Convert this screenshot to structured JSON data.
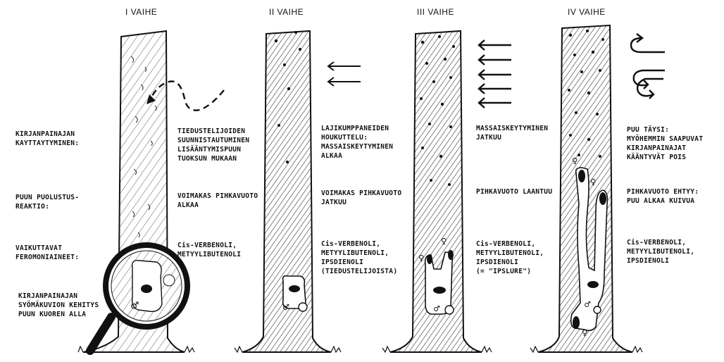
{
  "phases": [
    {
      "title": "I VAIHE"
    },
    {
      "title": "II VAIHE"
    },
    {
      "title": "III VAIHE"
    },
    {
      "title": "IV VAIHE"
    }
  ],
  "rows": [
    {
      "label": "KIRJANPAINAJAN\nKAYTTAYTYMINEN:"
    },
    {
      "label": "PUUN PUOLUSTUS-\nREAKTIO:"
    },
    {
      "label": "VAIKUTTAVAT\nFEROMONIAINEET:"
    },
    {
      "label": "KIRJANPAINAJAN\nSYÖMÄKUVION KEHITYS\nPUUN KUOREN ALLA"
    }
  ],
  "cells": {
    "behaviour": [
      "TIEDUSTELIJOIDEN\nSUUNNISTAUTUMINEN\nLISÄÄNTYMISPUUN\nTUOKSUN MUKAAN",
      "LAJIKUMPPANEIDEN\nHOUKUTTELU:\nMASSAISKEYTYMINEN\nALKAA",
      "MASSAISKEYTYMINEN\nJATKUU",
      "PUU TÄYSI:\nMYÖHEMMIN SAAPUVAT\nKIRJANPAINAJAT\nKÄÄNTYVÄT POIS"
    ],
    "defence": [
      "VOIMAKAS PIHKAVUOTO\nALKAA",
      "VOIMAKAS PIHKAVUOTO\nJATKUU",
      "PIHKAVUOTO LAANTUU",
      "PIHKAVUOTO EHTYY:\nPUU ALKAA KUIVUA"
    ],
    "pheromones": [
      "Cis-VERBENOLI,\nMETYYLIBUTENOLI",
      "Cis-VERBENOLI,\nMETYYLIBUTENOLI,\nIPSDIENOLI\n(TIEDUSTELIJOISTA)",
      "Cis-VERBENOLI,\nMETYYLIBUTENOLI,\nIPSDIENOLI\n(= \"IPSLURE\")",
      "Cis-VERBENOLI,\nMETYYLIBUTENOLI,\nIPSDIENOLI"
    ]
  },
  "symbols": {
    "male": "♂",
    "female": "♀"
  }
}
